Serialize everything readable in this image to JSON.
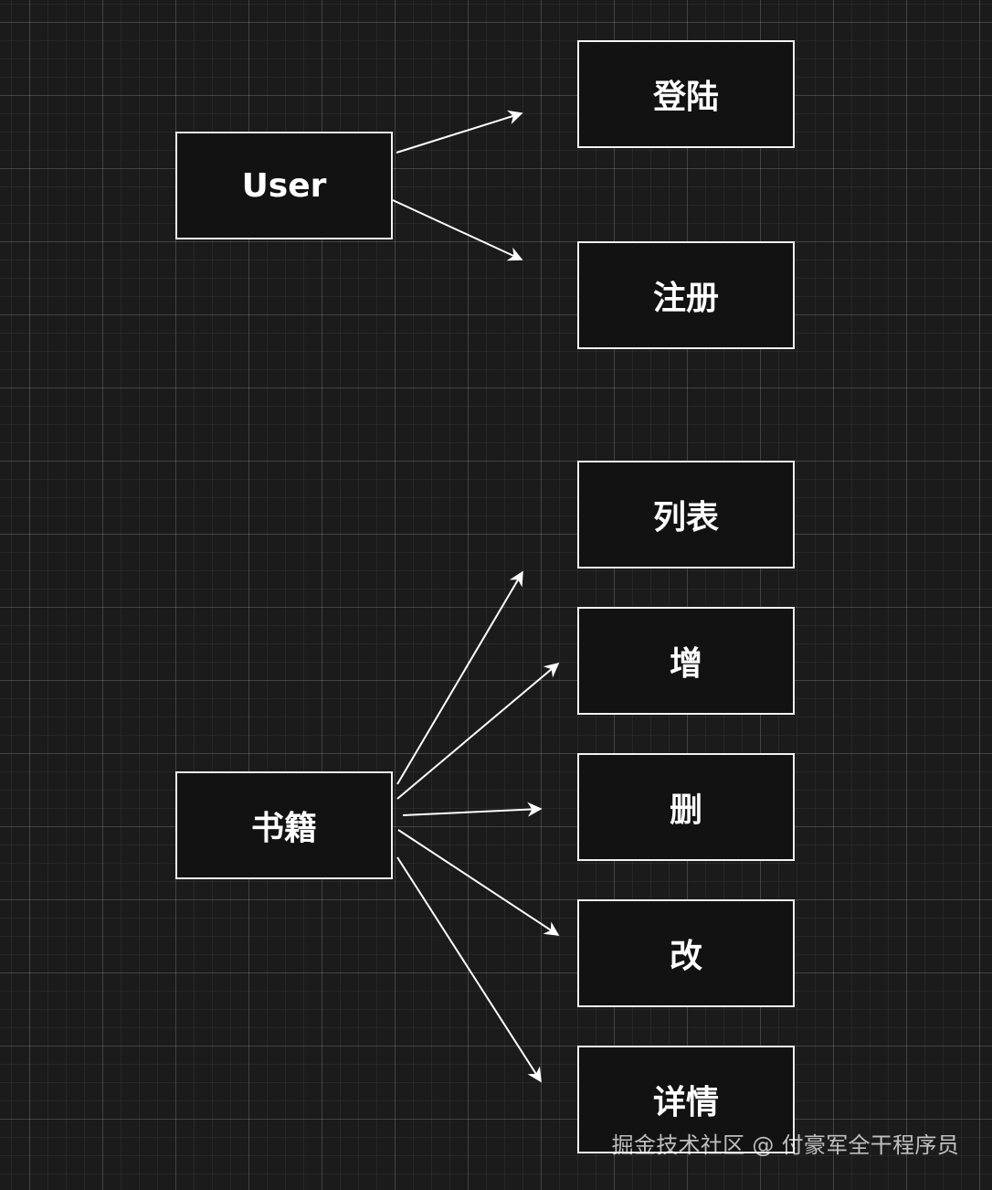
{
  "diagram": {
    "sources": {
      "user": "User",
      "books": "书籍"
    },
    "targets": {
      "login": "登陆",
      "register": "注册",
      "list": "列表",
      "add": "增",
      "delete": "删",
      "edit": "改",
      "details": "详情"
    }
  },
  "watermark": {
    "text": "掘金技术社区 @ 付豪军全干程序员"
  }
}
